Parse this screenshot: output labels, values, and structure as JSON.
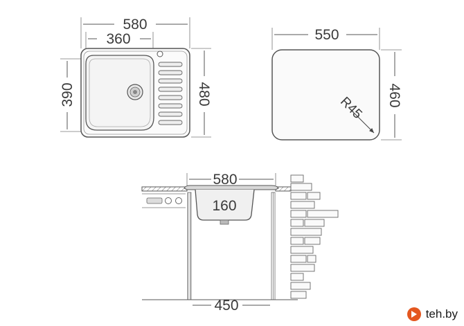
{
  "top_view": {
    "overall_width": "580",
    "bowl_width": "360",
    "bowl_height": "390",
    "overall_height": "480"
  },
  "cutout_view": {
    "width": "550",
    "height": "460",
    "corner_radius": "R45"
  },
  "section_view": {
    "top_width": "580",
    "bowl_depth": "160",
    "cabinet_width": "450"
  },
  "watermark": {
    "text": "teh.by",
    "logo_color": "#e4571f"
  }
}
